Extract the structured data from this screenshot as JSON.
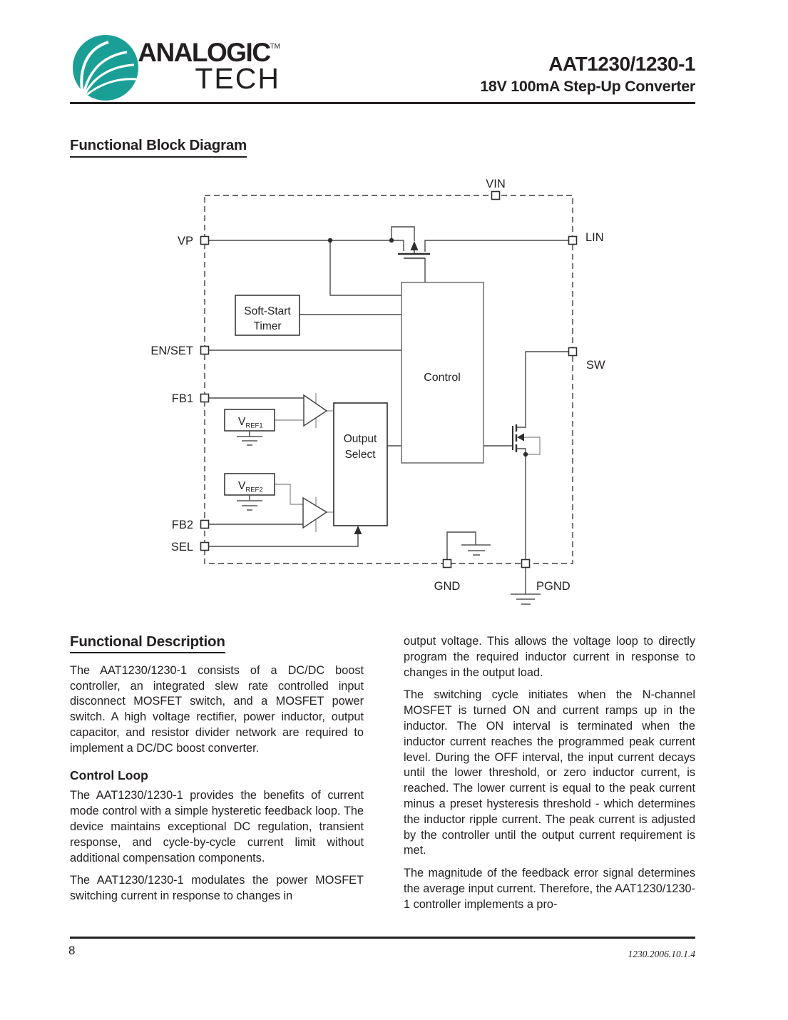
{
  "header": {
    "brand_line1": "ANALOGIC",
    "brand_tm": "TM",
    "brand_line2": "TECH",
    "part_number": "AAT1230/1230-1",
    "subtitle": "18V 100mA Step-Up Converter"
  },
  "diagram": {
    "title": "Functional Block Diagram",
    "pins": {
      "vin": "VIN",
      "vp": "VP",
      "enset": "EN/SET",
      "fb1": "FB1",
      "fb2": "FB2",
      "sel": "SEL",
      "lin": "LIN",
      "sw": "SW",
      "gnd": "GND",
      "pgnd": "PGND"
    },
    "blocks": {
      "soft_start1": "Soft-Start",
      "soft_start2": "Timer",
      "control": "Control",
      "output_select1": "Output",
      "output_select2": "Select",
      "vref1_main": "V",
      "vref1_sub": "REF1",
      "vref2_main": "V",
      "vref2_sub": "REF2"
    }
  },
  "description": {
    "title": "Functional Description",
    "left_p1": "The AAT1230/1230-1 consists of a DC/DC boost controller, an integrated slew rate controlled input disconnect MOSFET switch, and a MOSFET power switch. A high voltage rectifier, power inductor, output capacitor, and resistor divider network are required to implement a DC/DC boost converter.",
    "control_loop_title": "Control Loop",
    "left_p2": "The AAT1230/1230-1 provides the benefits of current mode control with a simple hysteretic feedback loop.  The device maintains exceptional DC regulation, transient response, and cycle-by-cycle current limit without additional compensation components.",
    "left_p3": "The AAT1230/1230-1 modulates the power MOSFET switching current in response to changes in",
    "right_p1": "output voltage.  This allows the voltage loop to directly program the required inductor current in response to changes in the output load.",
    "right_p2": "The switching cycle initiates when the N-channel MOSFET is turned ON and current ramps up in the inductor.  The ON interval is terminated when the inductor current reaches the programmed peak current level.  During the OFF interval, the input current decays until the lower threshold, or zero inductor current, is reached.  The lower current is equal to the peak current minus a preset hysteresis threshold - which determines the inductor ripple current.  The peak current is adjusted by the controller until the output current requirement is met.",
    "right_p3": "The magnitude of the feedback error signal determines the average input current.  Therefore, the AAT1230/1230-1 controller implements a pro-"
  },
  "footer": {
    "page_number": "8",
    "doc_code": "1230.2006.10.1.4"
  },
  "colors": {
    "brand_teal": "#1a9f96",
    "ink": "#231f20"
  }
}
